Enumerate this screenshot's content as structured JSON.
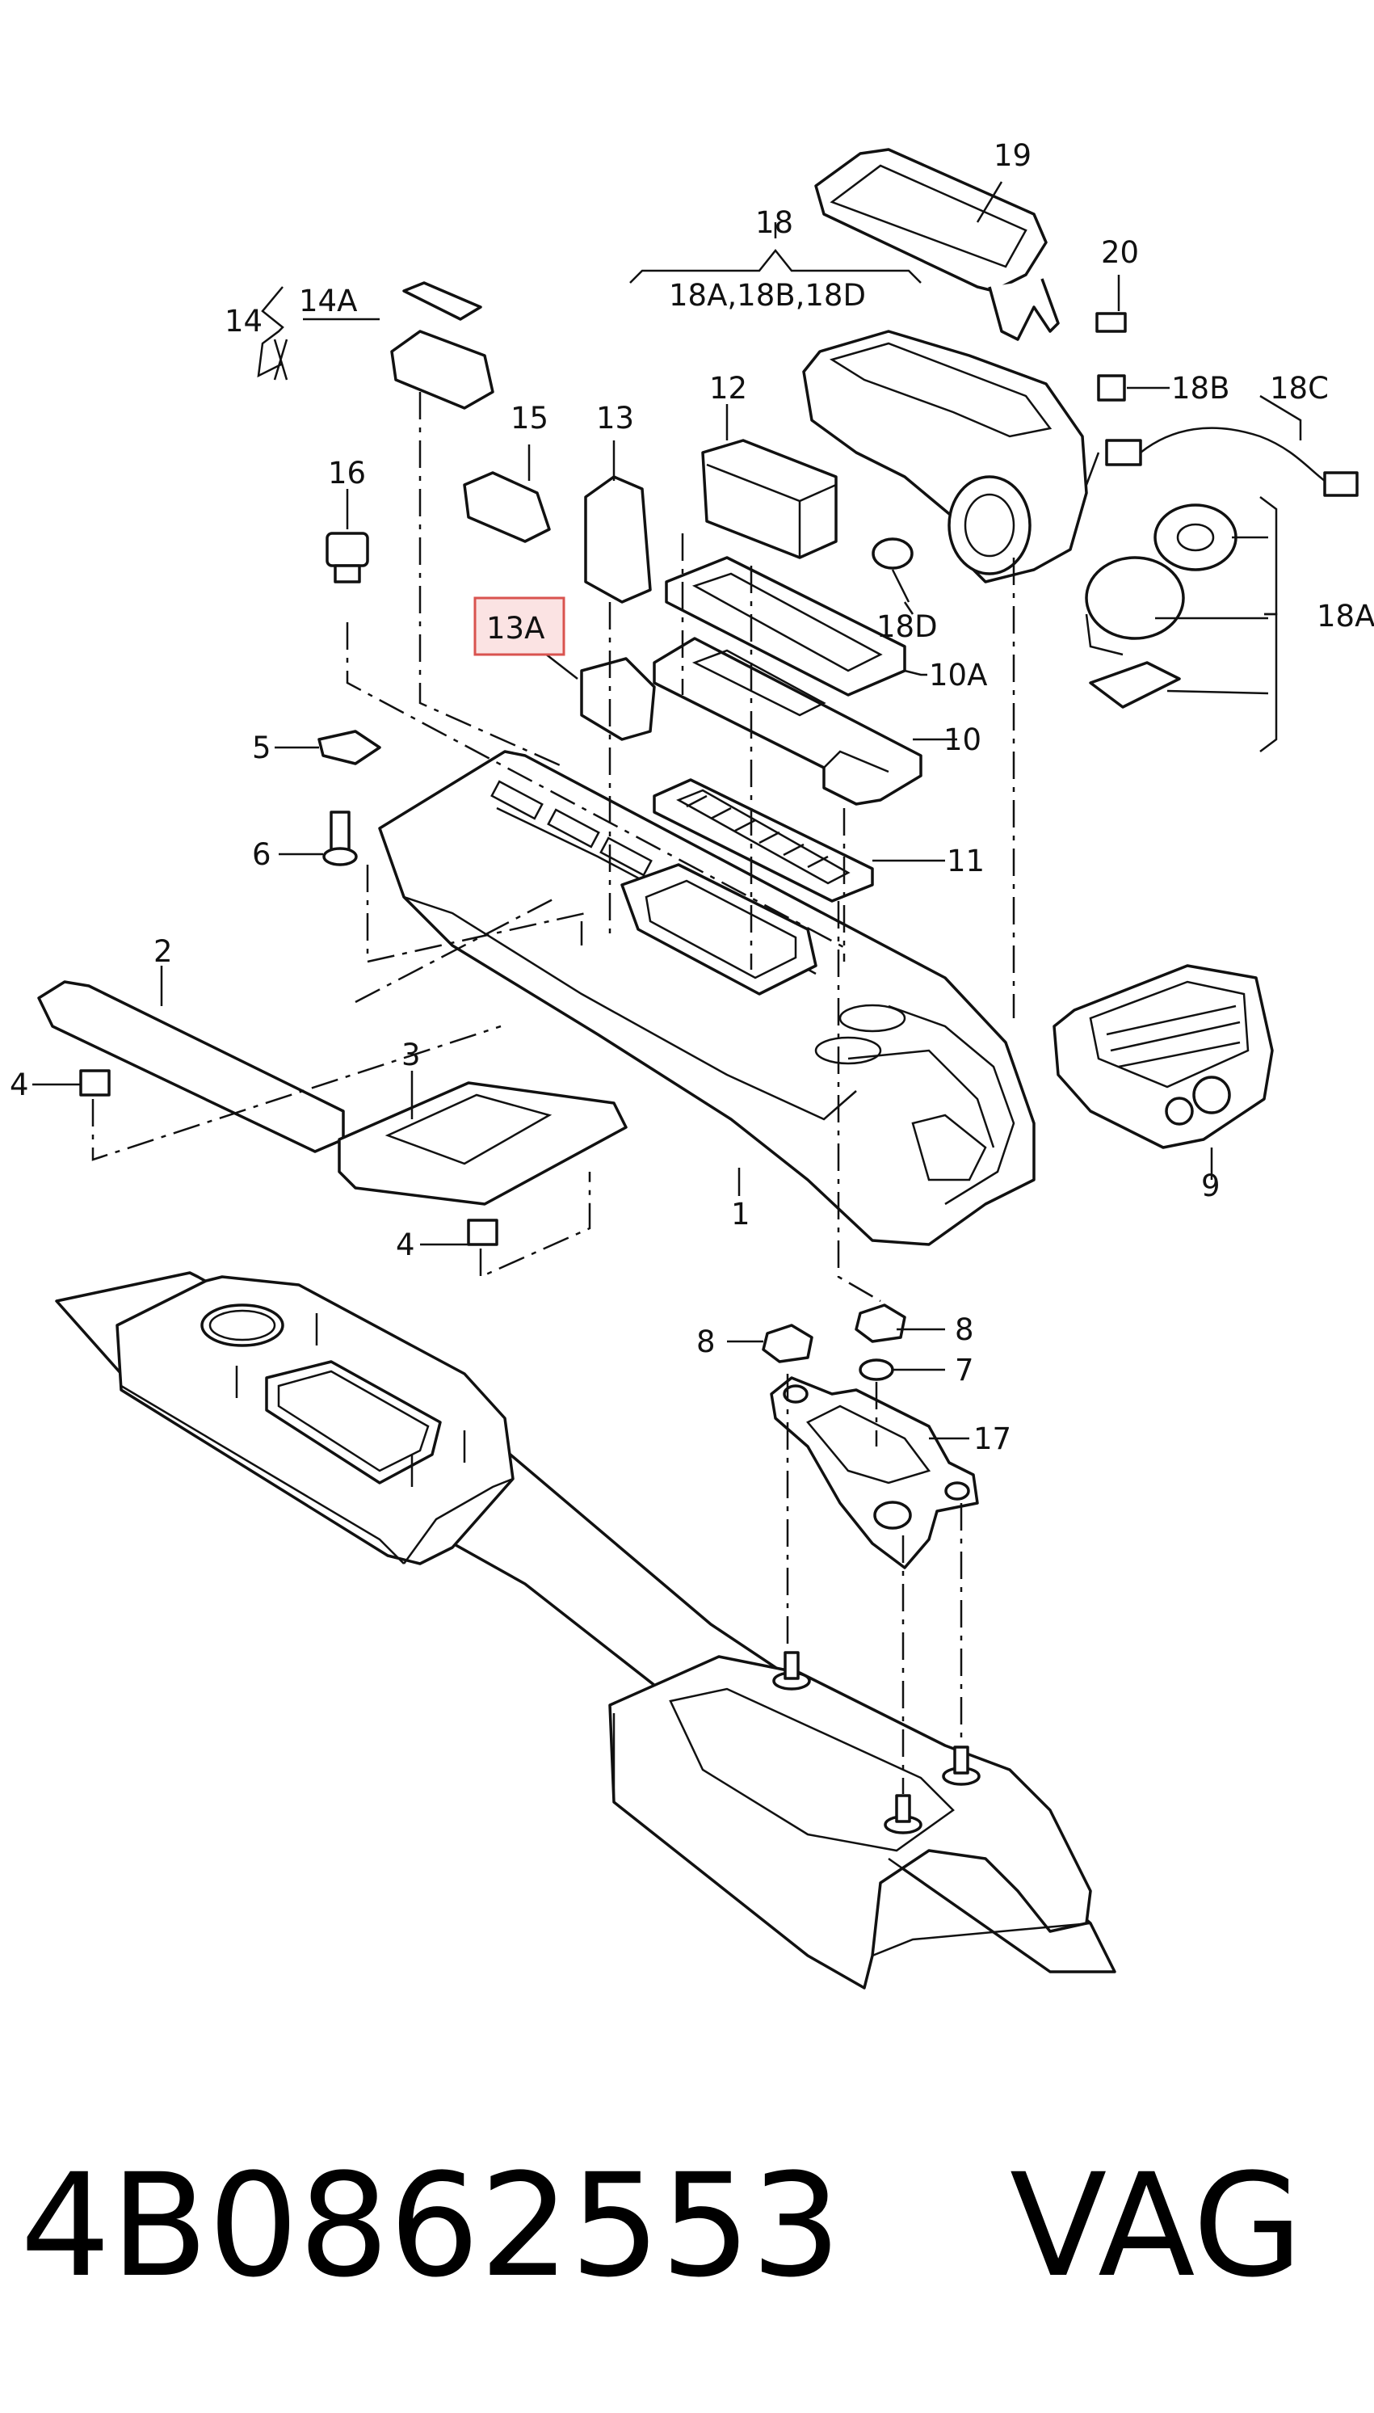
{
  "diagram": {
    "highlight_color": "#d9534f",
    "highlight_fill": "#fbe3e3",
    "labels": {
      "p1": "1",
      "p2": "2",
      "p3": "3",
      "p4a": "4",
      "p4b": "4",
      "p5": "5",
      "p6": "6",
      "p7": "7",
      "p8a": "8",
      "p8b": "8",
      "p9": "9",
      "p10": "10",
      "p10a": "10A",
      "p11": "11",
      "p12": "12",
      "p13": "13",
      "p13a": "13A",
      "p14": "14",
      "p14a": "14A",
      "p15": "15",
      "p16": "16",
      "p17": "17",
      "p18": "18",
      "p18group": "18A,18B,18D",
      "p18a": "18A",
      "p18b": "18B",
      "p18c": "18C",
      "p18d": "18D",
      "p19": "19",
      "p20": "20"
    }
  },
  "footer": {
    "part_number": "4B0862553",
    "brand": "VAG"
  }
}
